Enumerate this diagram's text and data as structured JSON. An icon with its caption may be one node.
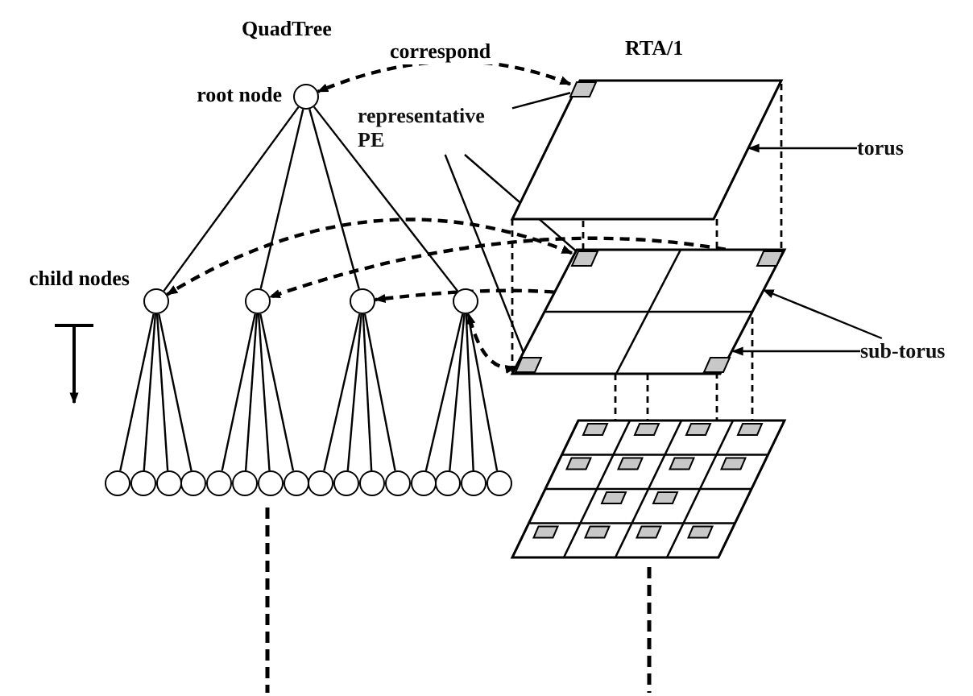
{
  "diagram": {
    "nodes": [
      {
        "text": [],
        "shape": "circle",
        "beside": [
          "root node"
        ]
      },
      {
        "text": [],
        "shape": "circle"
      },
      {
        "text": [],
        "shape": "circle"
      },
      {
        "text": [],
        "shape": "circle"
      },
      {
        "text": [],
        "shape": "circle"
      },
      {
        "text": [],
        "shape": "circle"
      },
      {
        "text": [],
        "shape": "circle"
      },
      {
        "text": [],
        "shape": "circle"
      },
      {
        "text": [],
        "shape": "circle"
      },
      {
        "text": [],
        "shape": "circle"
      },
      {
        "text": [],
        "shape": "circle"
      },
      {
        "text": [],
        "shape": "circle"
      },
      {
        "text": [],
        "shape": "circle"
      },
      {
        "text": [],
        "shape": "circle"
      },
      {
        "text": [],
        "shape": "circle"
      },
      {
        "text": [],
        "shape": "circle"
      },
      {
        "text": [],
        "shape": "circle"
      },
      {
        "text": [],
        "shape": "circle"
      },
      {
        "text": [],
        "shape": "circle"
      },
      {
        "text": [],
        "shape": "circle"
      },
      {
        "text": [],
        "shape": "circle"
      },
      {
        "text": [],
        "shape": "parallelogram"
      },
      {
        "text": [],
        "shape": "grid"
      },
      {
        "text": [],
        "shape": "grid"
      },
      {
        "text": [],
        "shape": "box",
        "in": 21
      },
      {
        "text": [],
        "shape": "box",
        "in": 22
      },
      {
        "text": [],
        "shape": "box",
        "in": 22
      },
      {
        "text": [],
        "shape": "box",
        "in": 22
      },
      {
        "text": [],
        "shape": "box",
        "in": 22
      },
      {
        "text": [
          "representative PE"
        ]
      },
      {
        "text": [
          "torus"
        ]
      },
      {
        "text": [
          "sub-torus"
        ]
      }
    ],
    "edges": [
      {
        "from": 0,
        "to": 1,
        "arrow": "none"
      },
      {
        "from": 0,
        "to": 2,
        "arrow": "none"
      },
      {
        "from": 0,
        "to": 3,
        "arrow": "none"
      },
      {
        "from": 0,
        "to": 4,
        "arrow": "none"
      },
      {
        "from": 1,
        "to": 5,
        "arrow": "none"
      },
      {
        "from": 1,
        "to": 6,
        "arrow": "none"
      },
      {
        "from": 1,
        "to": 7,
        "arrow": "none"
      },
      {
        "from": 1,
        "to": 8,
        "arrow": "none"
      },
      {
        "from": 2,
        "to": 9,
        "arrow": "none"
      },
      {
        "from": 2,
        "to": 10,
        "arrow": "none"
      },
      {
        "from": 2,
        "to": 11,
        "arrow": "none"
      },
      {
        "from": 2,
        "to": 12,
        "arrow": "none"
      },
      {
        "from": 3,
        "to": 13,
        "arrow": "none"
      },
      {
        "from": 3,
        "to": 14,
        "arrow": "none"
      },
      {
        "from": 3,
        "to": 15,
        "arrow": "none"
      },
      {
        "from": 3,
        "to": 16,
        "arrow": "none"
      },
      {
        "from": 4,
        "to": 17,
        "arrow": "none"
      },
      {
        "from": 4,
        "to": 18,
        "arrow": "none"
      },
      {
        "from": 4,
        "to": 19,
        "arrow": "none"
      },
      {
        "from": 4,
        "to": 20,
        "arrow": "none"
      },
      {
        "from": 24,
        "to": 0,
        "arrow": "both",
        "style": "dashed",
        "label": "correspond"
      },
      {
        "from": 25,
        "to": 1,
        "arrow": "both",
        "style": "dashed"
      },
      {
        "from": 26,
        "to": 2,
        "arrow": "both",
        "style": "dashed"
      },
      {
        "from": 28,
        "to": 3,
        "arrow": "both",
        "style": "dashed"
      },
      {
        "from": 27,
        "to": 4,
        "arrow": "both",
        "style": "dashed"
      },
      {
        "from": 29,
        "to": 24,
        "arrow": "none"
      },
      {
        "from": 29,
        "to": 25,
        "arrow": "none"
      },
      {
        "from": 29,
        "to": 27,
        "arrow": "none"
      },
      {
        "from": 30,
        "to": 21,
        "arrow": "to"
      },
      {
        "from": 31,
        "to": 22,
        "arrow": "to"
      },
      {
        "from": 31,
        "to": 22,
        "arrow": "to"
      },
      {
        "from": 21,
        "to": 22,
        "arrow": "none",
        "style": "dashed"
      },
      {
        "from": 24,
        "to": 25,
        "arrow": "none",
        "style": "dashed"
      },
      {
        "from": 21,
        "to": 26,
        "arrow": "none",
        "style": "dashed"
      },
      {
        "from": 21,
        "to": 28,
        "arrow": "none",
        "style": "dashed"
      },
      {
        "from": 22,
        "to": 23,
        "arrow": "none",
        "style": "dashed"
      },
      {
        "from": 22,
        "to": 23,
        "arrow": "none",
        "style": "dashed"
      },
      {
        "from": 28,
        "to": 23,
        "arrow": "none",
        "style": "dashed"
      },
      {
        "from": 22,
        "to": 23,
        "arrow": "none",
        "style": "dashed"
      }
    ],
    "labels": [
      "QuadTree",
      "RTA/1",
      "child nodes"
    ]
  }
}
